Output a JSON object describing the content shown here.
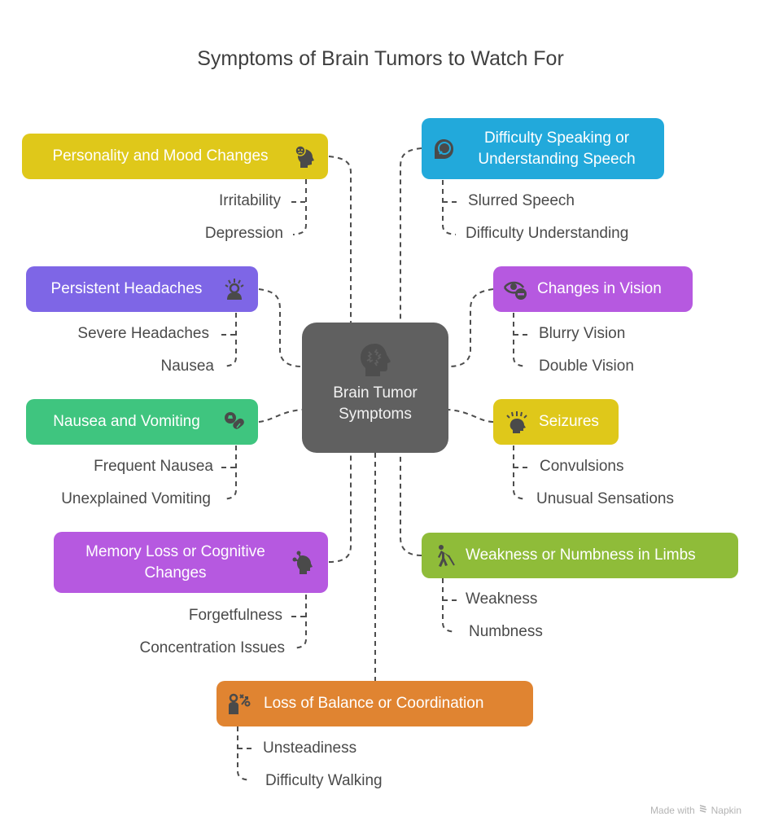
{
  "title": "Symptoms of Brain Tumors to Watch For",
  "center": {
    "label_line1": "Brain Tumor",
    "label_line2": "Symptoms",
    "icon": "brain-head-icon",
    "color": "#606060"
  },
  "categories": [
    {
      "label": "Personality and Mood Changes",
      "icon": "sad-head-icon",
      "color": "#dfc81a",
      "items": [
        "Irritability",
        "Depression"
      ]
    },
    {
      "label": "Difficulty Speaking or Understanding Speech",
      "icon": "speech-bubble-icon",
      "color": "#22a9db",
      "items": [
        "Slurred Speech",
        "Difficulty Understanding"
      ]
    },
    {
      "label": "Persistent Headaches",
      "icon": "headache-person-icon",
      "color": "#7e66e6",
      "items": [
        "Severe Headaches",
        "Nausea"
      ]
    },
    {
      "label": "Changes in Vision",
      "icon": "eye-minus-icon",
      "color": "#b659e0",
      "items": [
        "Blurry Vision",
        "Double Vision"
      ]
    },
    {
      "label": "Nausea and Vomiting",
      "icon": "pills-icon",
      "color": "#3fc57f",
      "items": [
        "Frequent Nausea",
        "Unexplained Vomiting"
      ]
    },
    {
      "label": "Seizures",
      "icon": "seizure-head-icon",
      "color": "#dfc81a",
      "items": [
        "Convulsions",
        "Unusual Sensations"
      ]
    },
    {
      "label": "Memory Loss or Cognitive Changes",
      "icon": "cognitive-head-icon",
      "color": "#b659e0",
      "items": [
        "Forgetfulness",
        "Concentration Issues"
      ]
    },
    {
      "label": "Weakness or Numbness in Limbs",
      "icon": "person-cane-icon",
      "color": "#8fbc39",
      "items": [
        "Weakness",
        "Numbness"
      ]
    },
    {
      "label": "Loss of Balance or Coordination",
      "icon": "person-strategy-icon",
      "color": "#e08431",
      "items": [
        "Unsteadiness",
        "Difficulty Walking"
      ]
    }
  ],
  "footer": {
    "made_with": "Made with",
    "brand": "Napkin"
  }
}
